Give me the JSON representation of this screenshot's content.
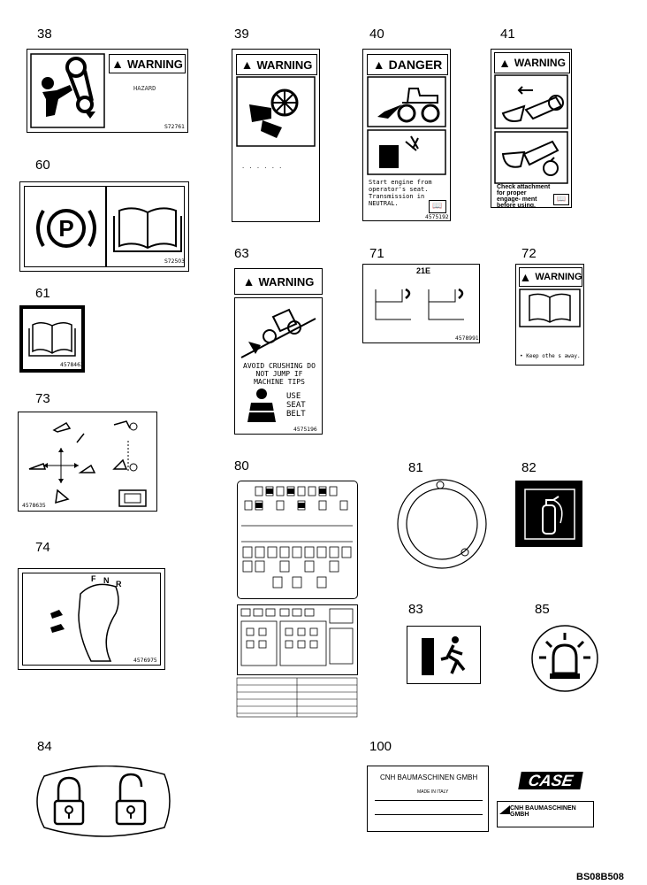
{
  "item_numbers": [
    "38",
    "39",
    "40",
    "41",
    "60",
    "61",
    "63",
    "71",
    "72",
    "73",
    "74",
    "80",
    "81",
    "82",
    "83",
    "84",
    "85",
    "100"
  ],
  "headers": {
    "warning": "WARNING",
    "danger": "DANGER"
  },
  "decal_texts": {
    "d38_hazard": "HAZARD",
    "d40_text": "Start engine from operator's seat. Transmission in NEUTRAL.",
    "d41_text": "Check attachment for proper engage- ment before using.",
    "d63_text1": "AVOID CRUSHING DO NOT JUMP IF MACHINE TIPS",
    "d63_text2": "USE SEAT BELT",
    "d71_code": "21E",
    "d72_text": "• Keep othe s away.",
    "d74_letters": [
      "F",
      "N",
      "R"
    ],
    "d100_company": "CNH BAUMASCHINEN GMBH",
    "d100_made": "MADE IN ITALY",
    "d100_brand": "CASE"
  },
  "codes": {
    "c38": "S72761",
    "c60": "S72503",
    "c61": "4578463",
    "c63": "4575196",
    "c71": "4578991",
    "c73": "4578635",
    "c74": "4576975",
    "c40": "4575192"
  },
  "footer_ref": "BS08B508",
  "colors": {
    "ink": "#000000",
    "paper": "#ffffff"
  }
}
